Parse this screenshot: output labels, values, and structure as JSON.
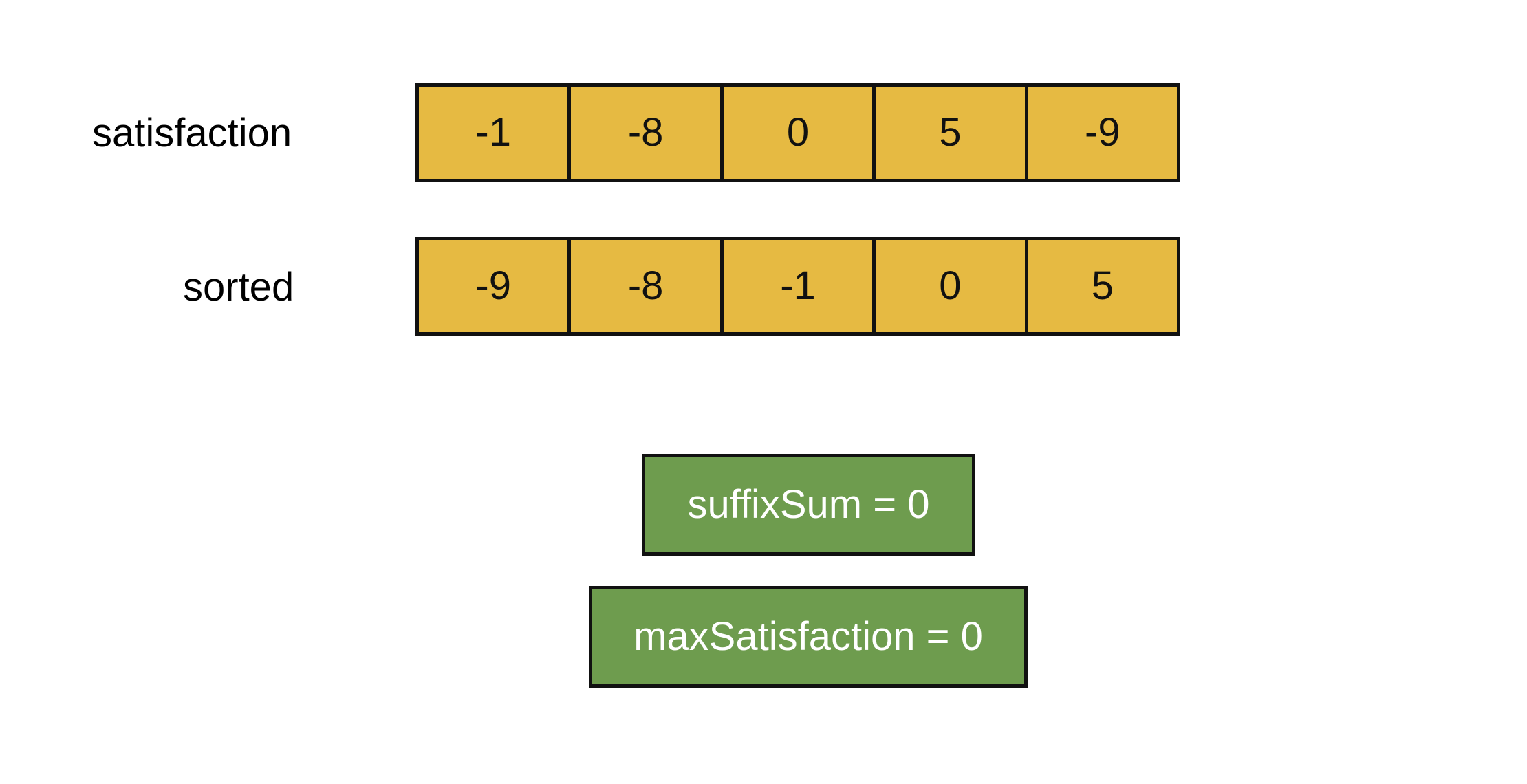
{
  "colors": {
    "array_cell_fill": "#E6BA42",
    "variable_box_fill": "#6E9C4E",
    "border": "#111111",
    "background": "#FFFFFF"
  },
  "satisfaction": {
    "label": "satisfaction",
    "values": [
      "-1",
      "-8",
      "0",
      "5",
      "-9"
    ]
  },
  "sorted": {
    "label": "sorted",
    "values": [
      "-9",
      "-8",
      "-1",
      "0",
      "5"
    ]
  },
  "variables": {
    "suffix_sum": "suffixSum = 0",
    "max_satisfaction": "maxSatisfaction = 0"
  }
}
